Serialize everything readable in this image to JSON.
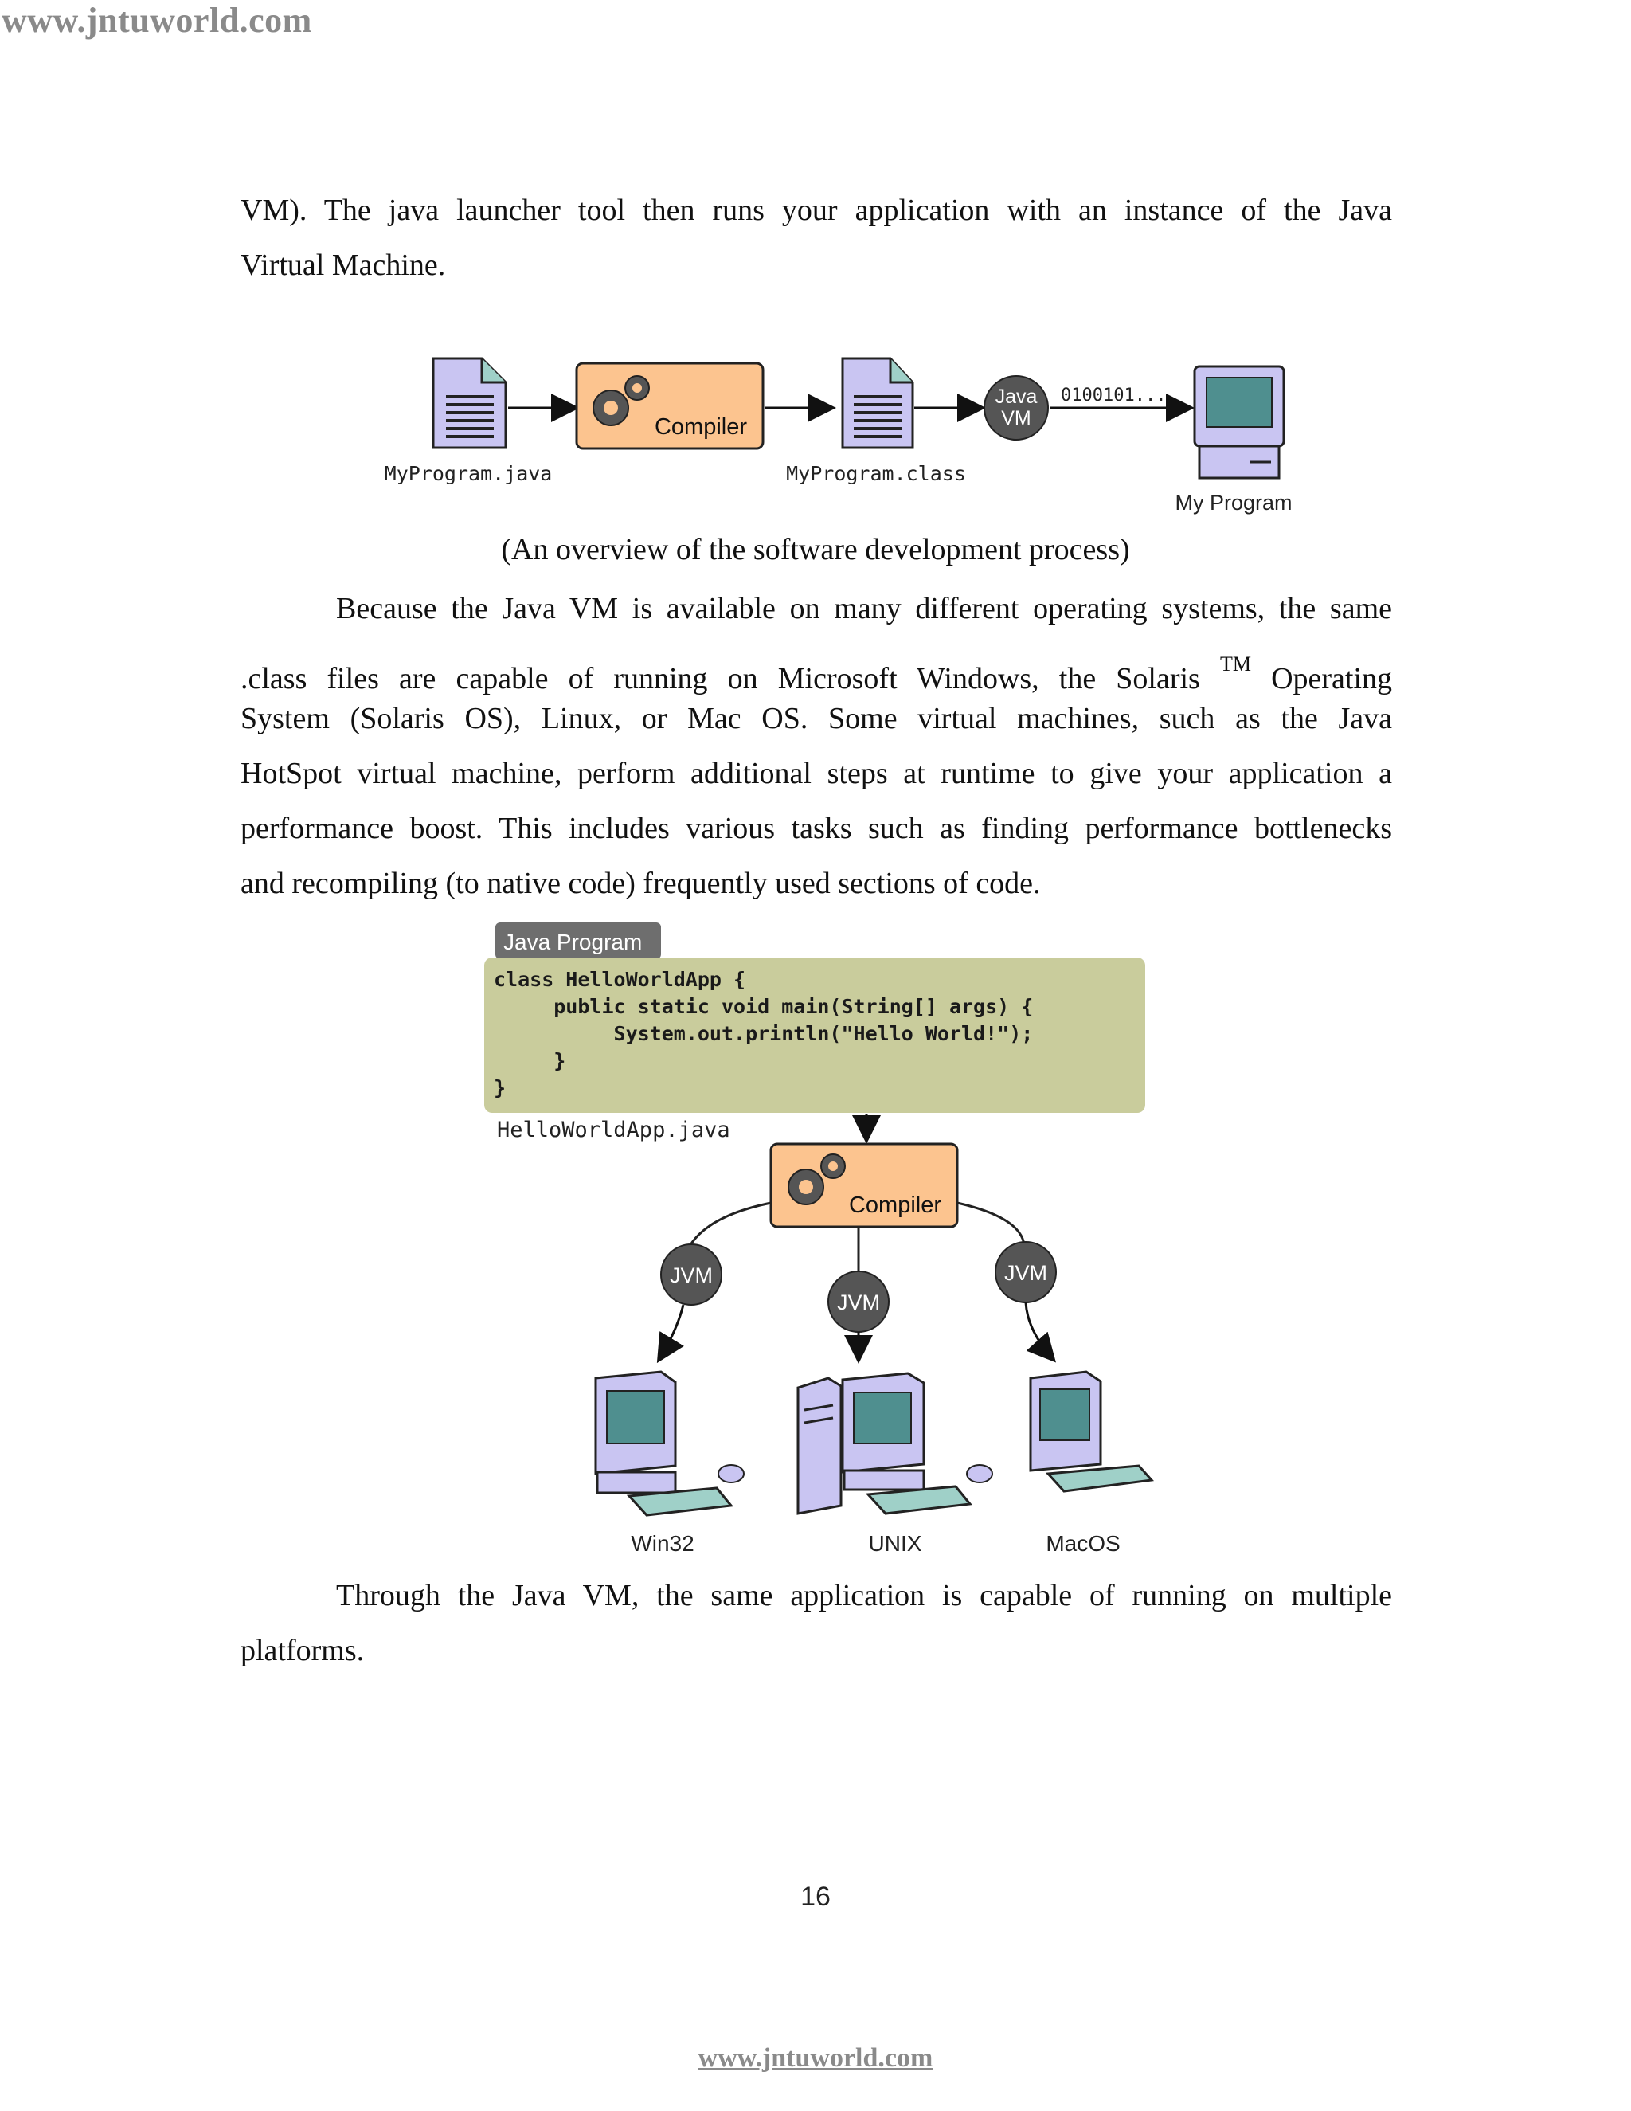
{
  "header": {
    "url": "www.jntuworld.com"
  },
  "intro": {
    "lines": [
      "VM). The java launcher tool then runs your application with an instance of the Java",
      "Virtual Machine."
    ]
  },
  "diagram1": {
    "source_file": "MyProgram.java",
    "compiler_label": "Compiler",
    "class_file": "MyProgram.class",
    "vm_label_1": "Java",
    "vm_label_2": "VM",
    "bits": "0100101...",
    "program_label": "My Program",
    "caption": "(An overview of the software development process)"
  },
  "para2": {
    "line1": "Because the Java VM is available on many different operating systems, the same",
    "line2_a": ".class files are capable of running on Microsoft Windows, the Solaris",
    "line2_tm": "TM",
    "line2_b": "Operating",
    "line3": "System (Solaris OS), Linux, or Mac OS. Some virtual machines, such as the Java",
    "line4": "HotSpot virtual machine, perform additional steps at runtime to give your application a",
    "line5": "performance boost. This includes various tasks such as finding performance bottlenecks",
    "line6": "and recompiling (to native code) frequently used sections of code."
  },
  "diagram2": {
    "tab_label": "Java Program",
    "code": [
      "class HelloWorldApp {",
      "     public static void main(String[] args) {",
      "          System.out.println(\"Hello World!\");",
      "     }",
      "}"
    ],
    "file_name": "HelloWorldApp.java",
    "compiler_label": "Compiler",
    "jvm_labels": [
      "JVM",
      "JVM",
      "JVM"
    ],
    "platforms": [
      "Win32",
      "UNIX",
      "MacOS"
    ]
  },
  "para3": {
    "lines": [
      "Through the Java VM, the same application is capable of running on multiple",
      "platforms."
    ]
  },
  "page_number": "16",
  "footer": {
    "url": "www.jntuworld.com"
  },
  "colors": {
    "compiler_fill": "#fcc48f",
    "code_box": "#c9cc9c",
    "tab_fill": "#6e6e6e",
    "jvm_circle": "#555555",
    "computer_body": "#c9c5f2",
    "screen": "#4f8f8f"
  }
}
